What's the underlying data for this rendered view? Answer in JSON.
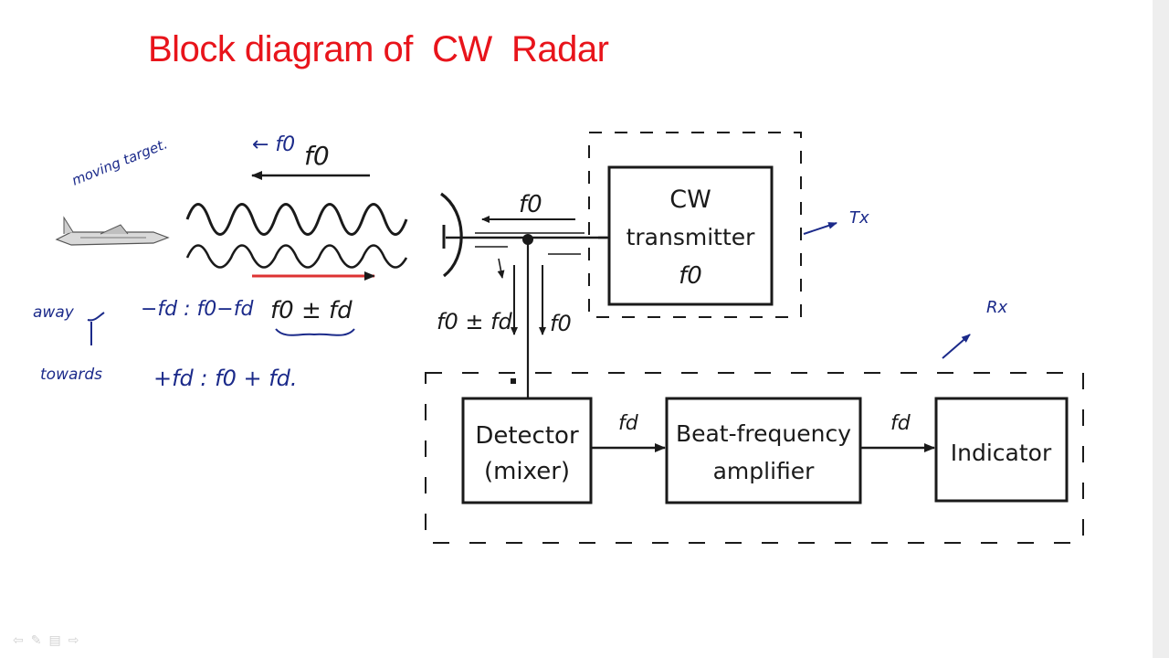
{
  "slide": {
    "title": "Block diagram of  CW  Radar"
  },
  "blocks": {
    "transmitter": {
      "line1": "CW",
      "line2": "transmitter",
      "line3": "f0"
    },
    "detector": {
      "line1": "Detector",
      "line2": "(mixer)"
    },
    "amplifier": {
      "line1": "Beat-frequency",
      "line2": "amplifier"
    },
    "indicator": {
      "line1": "Indicator"
    }
  },
  "signal_labels": {
    "f0_top": "f0",
    "f0_tx": "f0",
    "f0_down": "f0",
    "f0_pm_fd_down": "f0 ± fd",
    "f0_pm_fd_wave": "f0 ± fd",
    "fd_1": "fd",
    "fd_2": "fd"
  },
  "annotations": {
    "moving_target": "moving target.",
    "arrow_f0": "← f0",
    "away": "away",
    "towards": "towards",
    "away_expr": "−fd : f0−fd",
    "towards_expr": "+fd : f0 + fd.",
    "tx": "Tx",
    "rx": "Rx"
  },
  "nav": {
    "prev": "⇦",
    "pen": "✎",
    "menu": "▤",
    "next": "⇨"
  },
  "colors": {
    "title": "#e8141b",
    "ink": "#1a1a1a",
    "handwriting": "#1b2a8a",
    "background": "#ffffff"
  }
}
